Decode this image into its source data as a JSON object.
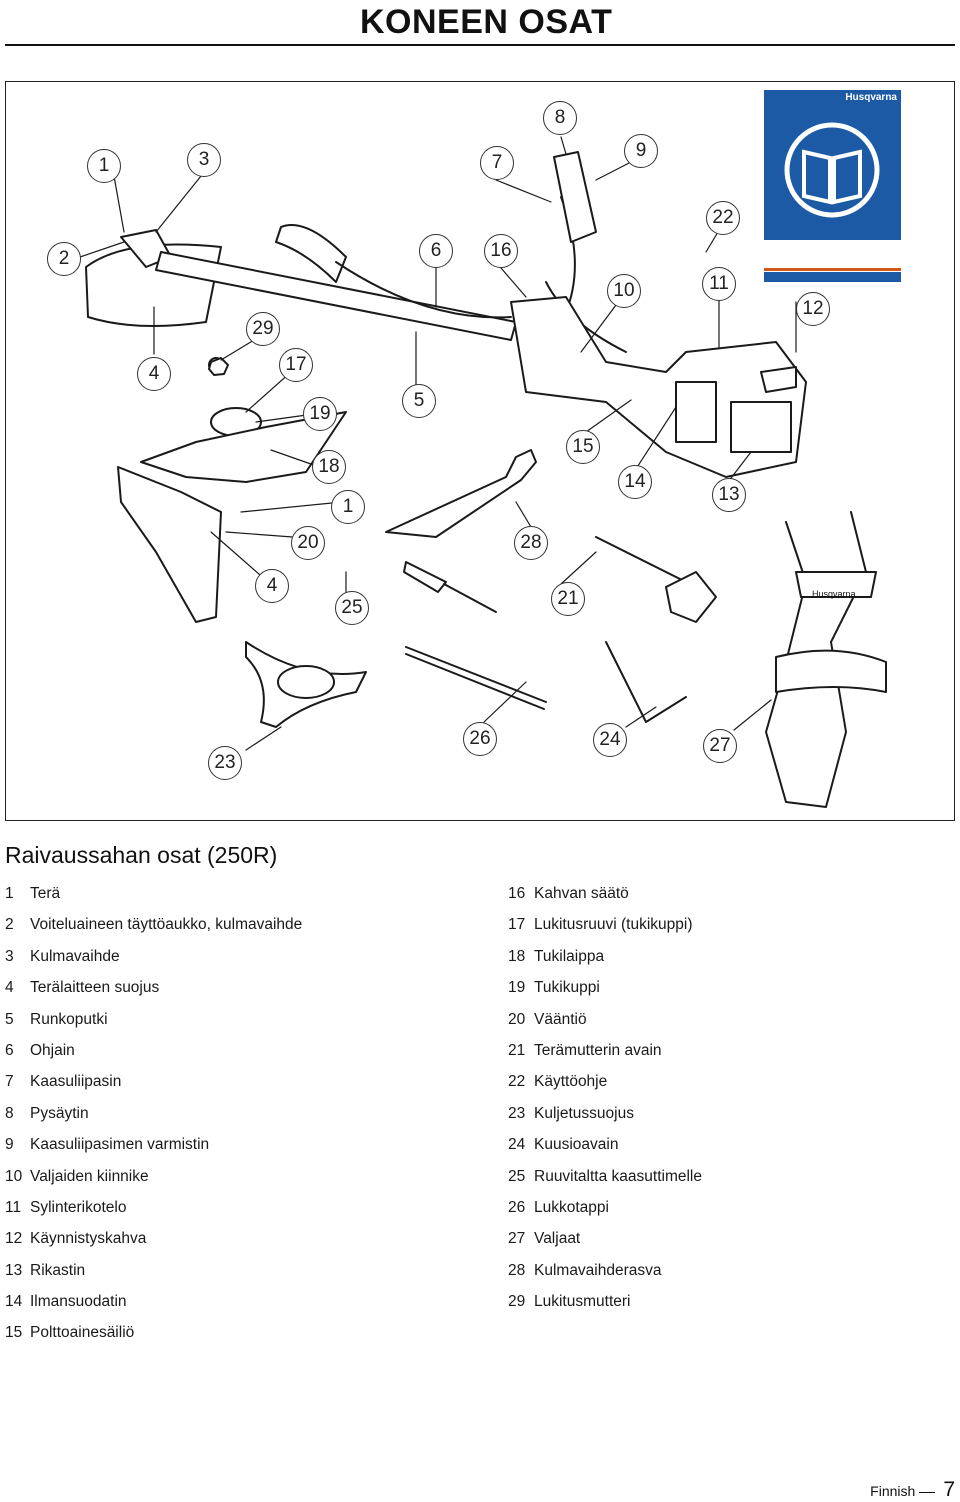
{
  "header": {
    "title": "KONEEN OSAT"
  },
  "figure": {
    "callouts": [
      "1",
      "2",
      "3",
      "4",
      "29",
      "17",
      "19",
      "18",
      "1",
      "20",
      "4",
      "25",
      "5",
      "6",
      "16",
      "7",
      "8",
      "9",
      "10",
      "11",
      "12",
      "22",
      "15",
      "14",
      "13",
      "28",
      "21",
      "26",
      "24",
      "27",
      "23"
    ],
    "manual_brand": "Husqvarna",
    "harness_brand": "Husqvarna"
  },
  "section": {
    "title": "Raivaussahan osat (250R)"
  },
  "parts_left": [
    {
      "num": "1",
      "label": "Terä"
    },
    {
      "num": "2",
      "label": "Voiteluaineen täyttöaukko, kulmavaihde"
    },
    {
      "num": "3",
      "label": "Kulmavaihde"
    },
    {
      "num": "4",
      "label": "Terälaitteen suojus"
    },
    {
      "num": "5",
      "label": "Runkoputki"
    },
    {
      "num": "6",
      "label": "Ohjain"
    },
    {
      "num": "7",
      "label": "Kaasuliipasin"
    },
    {
      "num": "8",
      "label": "Pysäytin"
    },
    {
      "num": "9",
      "label": "Kaasuliipasimen varmistin"
    },
    {
      "num": "10",
      "label": "Valjaiden kiinnike"
    },
    {
      "num": "11",
      "label": "Sylinterikotelo"
    },
    {
      "num": "12",
      "label": "Käynnistyskahva"
    },
    {
      "num": "13",
      "label": "Rikastin"
    },
    {
      "num": "14",
      "label": "Ilmansuodatin"
    },
    {
      "num": "15",
      "label": "Polttoainesäiliö"
    }
  ],
  "parts_right": [
    {
      "num": "16",
      "label": "Kahvan säätö"
    },
    {
      "num": "17",
      "label": "Lukitusruuvi (tukikuppi)"
    },
    {
      "num": "18",
      "label": "Tukilaippa"
    },
    {
      "num": "19",
      "label": "Tukikuppi"
    },
    {
      "num": "20",
      "label": "Vääntiö"
    },
    {
      "num": "21",
      "label": "Terämutterin avain"
    },
    {
      "num": "22",
      "label": "Käyttöohje"
    },
    {
      "num": "23",
      "label": "Kuljetussuojus"
    },
    {
      "num": "24",
      "label": "Kuusioavain"
    },
    {
      "num": "25",
      "label": "Ruuvitaltta kaasuttimelle"
    },
    {
      "num": "26",
      "label": "Lukkotappi"
    },
    {
      "num": "27",
      "label": "Valjaat"
    },
    {
      "num": "28",
      "label": "Kulmavaihderasva"
    },
    {
      "num": "29",
      "label": "Lukitusmutteri"
    }
  ],
  "footer": {
    "language": "Finnish",
    "page": "7"
  }
}
